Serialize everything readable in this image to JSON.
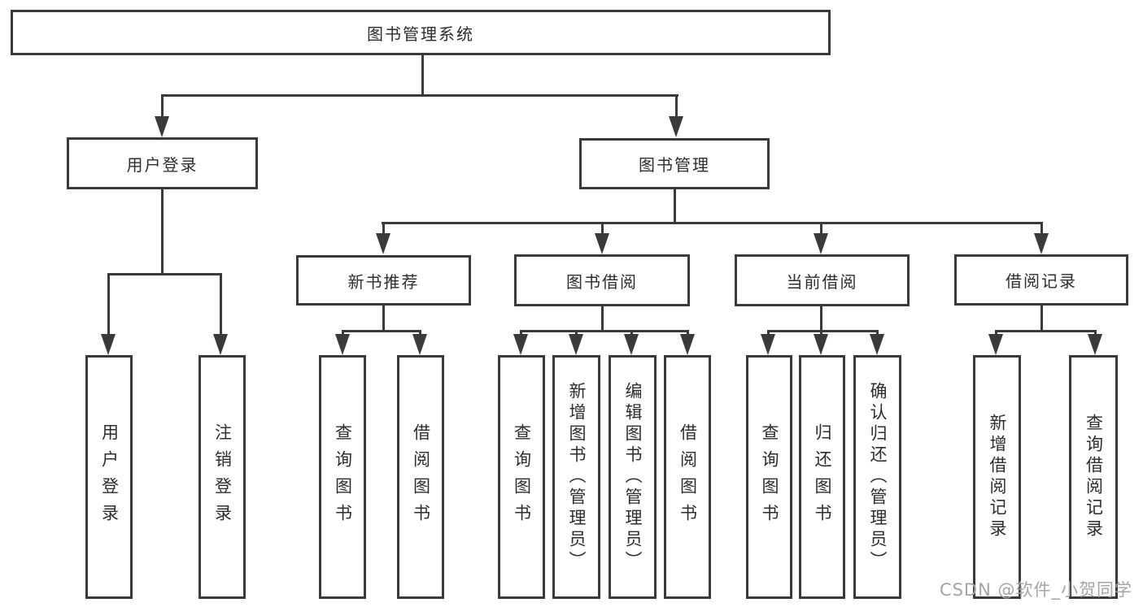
{
  "colors": {
    "line": "#3a3a3a",
    "box_border": "#3a3a3a",
    "text": "#2d2d2d",
    "watermark": "#a5a5a5",
    "background": "#ffffff"
  },
  "tree": {
    "root": {
      "label": "图书管理系统"
    },
    "branches": [
      {
        "label": "用户登录",
        "children": [
          {
            "label": "用户登录"
          },
          {
            "label": "注销登录"
          }
        ]
      },
      {
        "label": "图书管理",
        "children": [
          {
            "label": "新书推荐",
            "children": [
              {
                "label": "查询图书"
              },
              {
                "label": "借阅图书"
              }
            ]
          },
          {
            "label": "图书借阅",
            "children": [
              {
                "label": "查询图书"
              },
              {
                "label": "新增图书（管理员）"
              },
              {
                "label": "编辑图书（管理员）"
              },
              {
                "label": "借阅图书"
              }
            ]
          },
          {
            "label": "当前借阅",
            "children": [
              {
                "label": "查询图书"
              },
              {
                "label": "归还图书"
              },
              {
                "label": "确认归还（管理员）"
              }
            ]
          },
          {
            "label": "借阅记录",
            "children": [
              {
                "label": "新增借阅记录"
              },
              {
                "label": "查询借阅记录"
              }
            ]
          }
        ]
      }
    ]
  },
  "watermark": {
    "text": "CSDN @软件_小贺同学"
  }
}
